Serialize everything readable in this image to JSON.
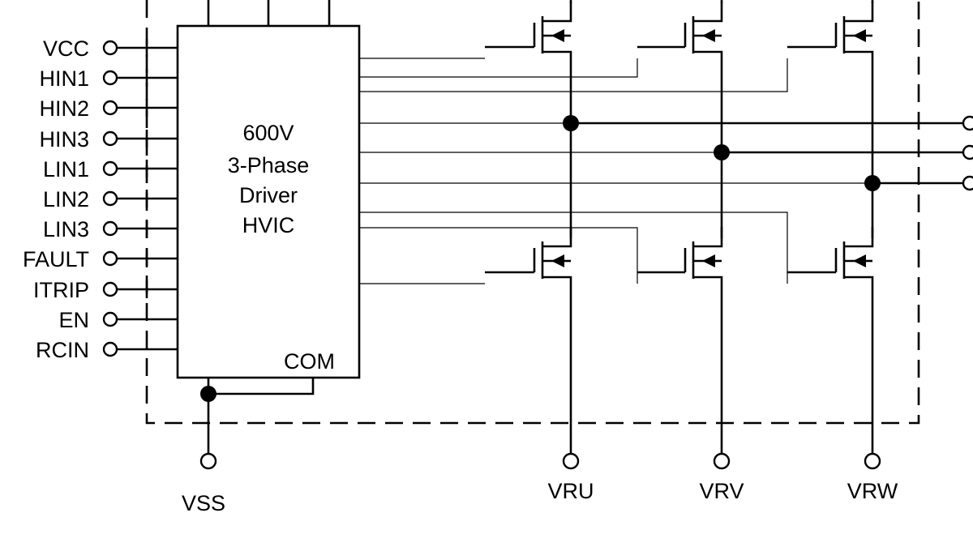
{
  "driver": {
    "title_lines": [
      "600V",
      "3-Phase",
      "Driver",
      "HVIC"
    ],
    "com_label": "COM"
  },
  "pins": [
    "VCC",
    "HIN1",
    "HIN2",
    "HIN3",
    "LIN1",
    "LIN2",
    "LIN3",
    "FAULT",
    "ITRIP",
    "EN",
    "RCIN"
  ],
  "bottom_terminals": {
    "vss": "VSS",
    "vru": "VRU",
    "vrv": "VRV",
    "vrw": "VRW"
  }
}
